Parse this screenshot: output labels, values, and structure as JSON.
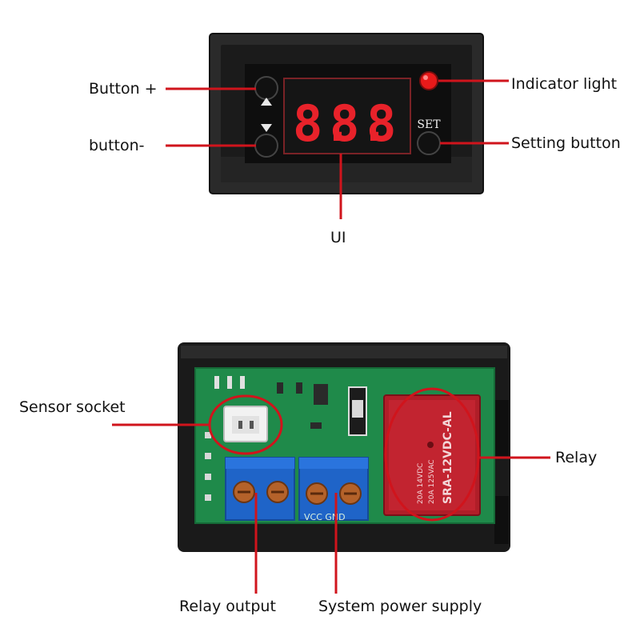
{
  "top_module": {
    "display_digits": [
      "8.",
      "8.",
      "8"
    ],
    "set_button_text": "SET",
    "labels": {
      "button_plus": "Button +",
      "button_minus": "button-",
      "indicator_light": "Indicator light",
      "setting_button": "Setting button",
      "ui": "UI"
    }
  },
  "bottom_module": {
    "relay_print": "SRA-12VDC-AL",
    "relay_rating_1": "20A 14VDC",
    "relay_rating_2": "20A 125VAC",
    "board_silkscreen": "VCC GND",
    "labels": {
      "sensor_socket": "Sensor socket",
      "relay": "Relay",
      "relay_output": "Relay output",
      "system_power_supply": "System power supply"
    }
  },
  "colors": {
    "callout_red": "#d0141c",
    "display_red": "#e8222a",
    "pcb_green": "#1f8a4a",
    "terminal_blue": "#1f64c8",
    "relay_red": "#b01e28"
  }
}
